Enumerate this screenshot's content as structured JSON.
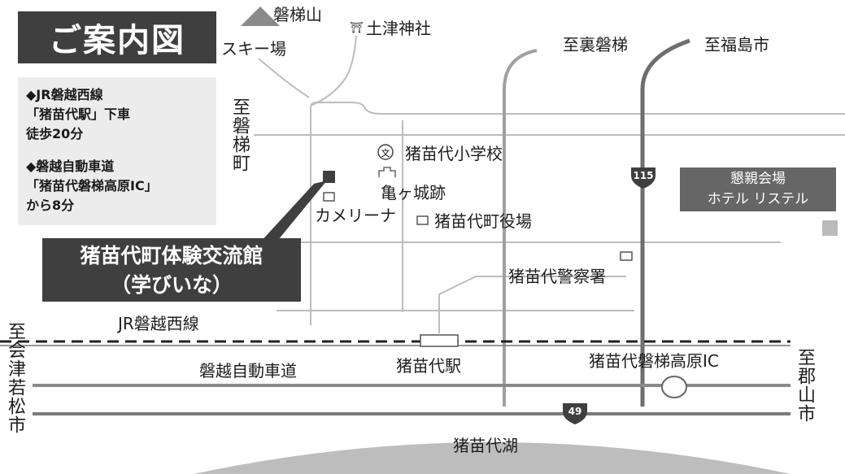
{
  "title": "ご案内図",
  "access": [
    "◆JR磐越西線",
    "「猪苗代駅」下車",
    "徒歩20分",
    "◆磐越自動車道",
    "「猪苗代磐梯高原IC」",
    "から8分"
  ],
  "facility": {
    "name": "猪苗代町体験交流館",
    "nickname": "（学びいな）"
  },
  "venue": {
    "label": "懇親会場",
    "name": "ホテル リステル"
  },
  "places": {
    "mountain": "磐梯山",
    "ski": "スキー場",
    "shrine": "土津神社",
    "school": "猪苗代小学校",
    "castle": "亀ヶ城跡",
    "arena": "カメリーナ",
    "town_office": "猪苗代町役場",
    "police": "猪苗代警察署",
    "rail": "JR磐越西線",
    "station": "猪苗代駅",
    "expressway": "磐越自動車道",
    "ic": "猪苗代磐梯高原IC",
    "lake": "猪苗代湖"
  },
  "directions": {
    "urabandai": "至裏磐梯",
    "fukushima": "至福島市",
    "bandai_town": "至磐梯町",
    "aizu": "至会津若松市",
    "koriyama": "至郡山市"
  },
  "routes": {
    "r115": "115",
    "r49": "49"
  },
  "symbols": {
    "school": "文",
    "shrine": "⛩"
  },
  "colors": {
    "dark_box": "#3f3f3f",
    "venue_box": "#666666",
    "road": "#9a9a9a",
    "road_dark": "#6e6e6e"
  }
}
